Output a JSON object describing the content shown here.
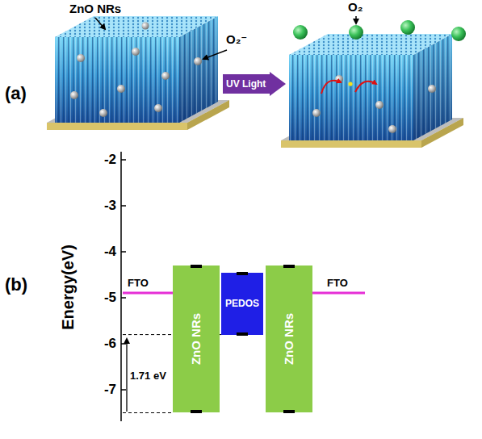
{
  "diagram": {
    "nodes": [
      {
        "text": [
          "UV Light"
        ]
      },
      {
        "text": [
          "ZnO NRs"
        ]
      },
      {
        "text": [
          "PEDOS"
        ]
      },
      {
        "text": [
          "ZnO NRs"
        ]
      }
    ],
    "labels": [
      "(a)",
      "ZnO NRs",
      "O₂⁻",
      "O₂",
      "(b)",
      "Energy(eV)",
      "-2",
      "-3",
      "-4",
      "-5",
      "-6",
      "-7",
      "FTO",
      "FTO",
      "1.71 eV"
    ]
  }
}
